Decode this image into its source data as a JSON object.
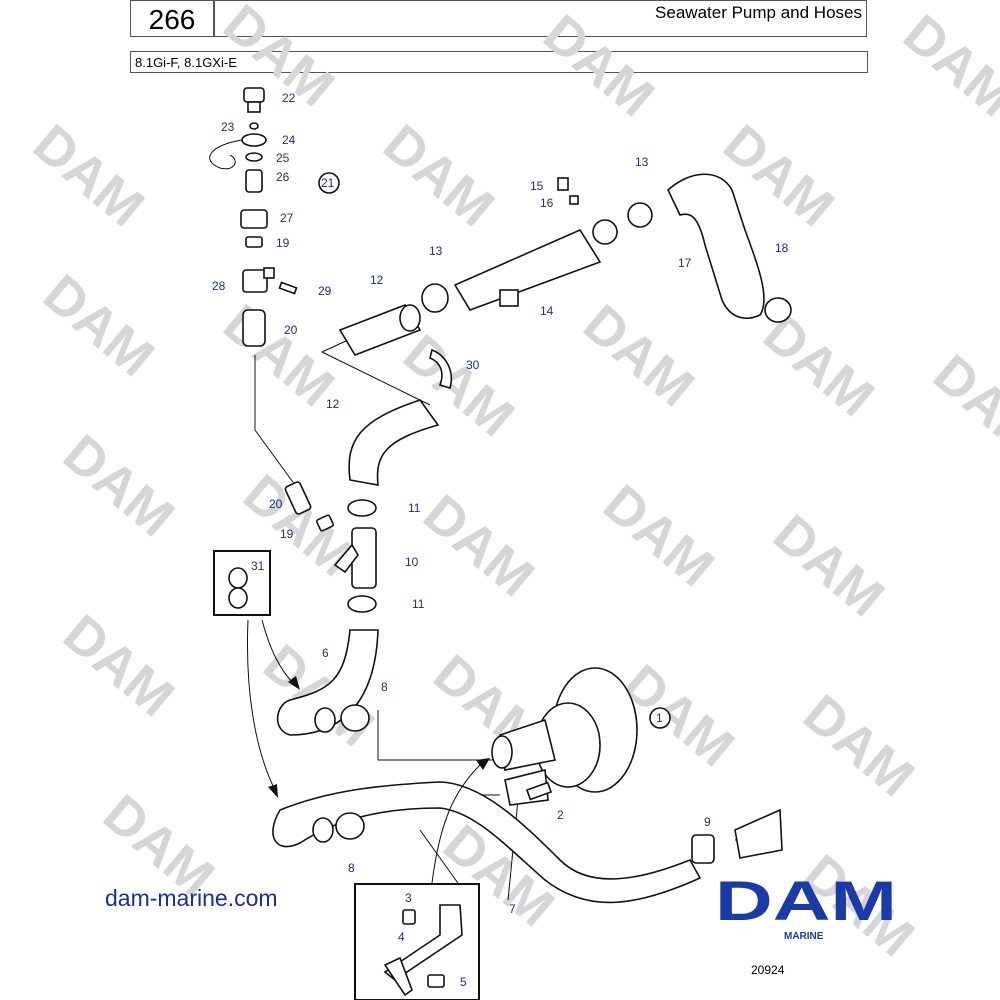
{
  "header": {
    "page_number": "266",
    "title": "Seawater Pump and Hoses",
    "models": "8.1Gi-F, 8.1GXi-E"
  },
  "watermark": {
    "text": "DAM"
  },
  "callouts": {
    "c1": "1",
    "c2": "2",
    "c3": "3",
    "c4": "4",
    "c5": "5",
    "c6": "6",
    "c7": "7",
    "c8a": "8",
    "c8b": "8",
    "c9": "9",
    "c10": "10",
    "c11a": "11",
    "c11b": "11",
    "c12a": "12",
    "c12b": "12",
    "c13a": "13",
    "c13b": "13",
    "c14": "14",
    "c15": "15",
    "c16": "16",
    "c17": "17",
    "c18": "18",
    "c19a": "19",
    "c19b": "19",
    "c20a": "20",
    "c20b": "20",
    "c21": "21",
    "c22": "22",
    "c23": "23",
    "c24": "24",
    "c25": "25",
    "c26": "26",
    "c27": "27",
    "c28": "28",
    "c29": "29",
    "c30": "30",
    "c31": "31"
  },
  "footer": {
    "website": "dam-marine.com",
    "logo_text": "DAM",
    "logo_sub": "MARINE",
    "drawing_ref": "20924"
  },
  "colors": {
    "callout": "#1a2d9e",
    "logo": "#1a3aa8",
    "watermark": "#d6d6d6"
  }
}
